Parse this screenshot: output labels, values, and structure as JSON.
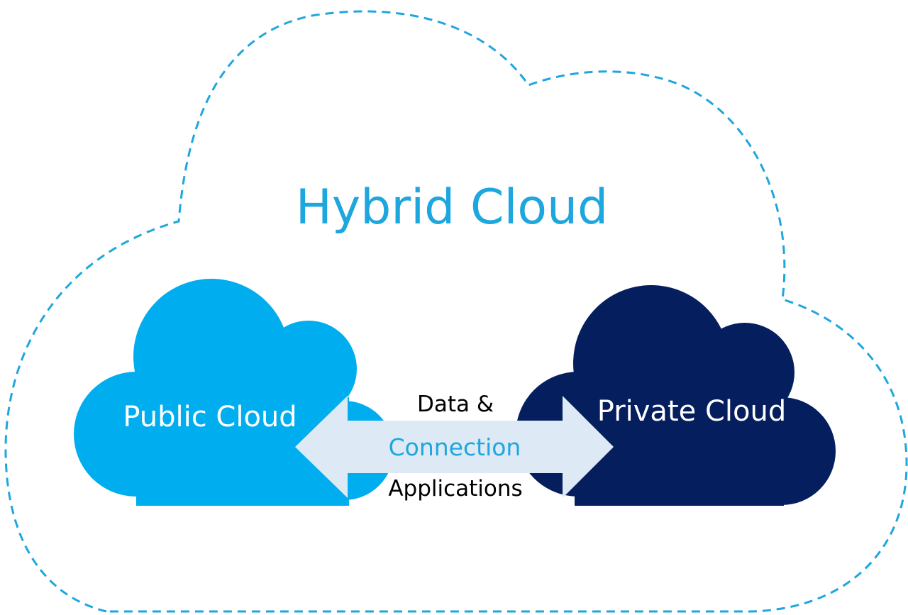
{
  "diagram": {
    "title": "Hybrid Cloud",
    "public_cloud": {
      "label": "Public Cloud"
    },
    "private_cloud": {
      "label": "Private Cloud"
    },
    "connection": {
      "top_label": "Data &",
      "middle_label": "Connection",
      "bottom_label": "Applications"
    }
  },
  "colors": {
    "accent": "#1EA6DE",
    "public_cloud": "#00AEEF",
    "private_cloud": "#051E5E",
    "connection_arrow": "#DDEAF5",
    "text_dark": "#000000",
    "text_light": "#FFFFFF"
  }
}
